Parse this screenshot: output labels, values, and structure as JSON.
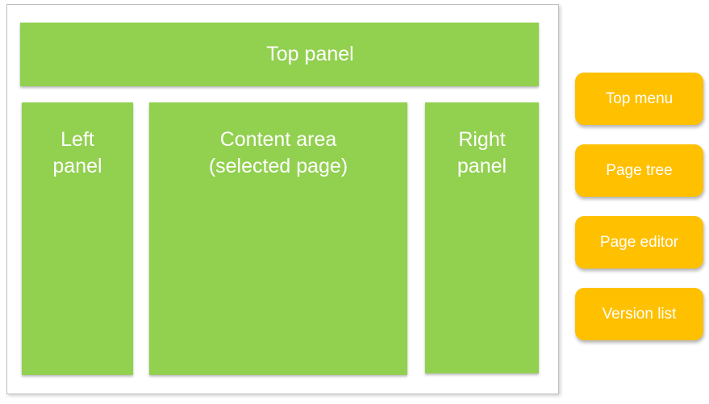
{
  "diagram": {
    "top_panel": {
      "label": "Top panel"
    },
    "left_panel": {
      "lines": [
        "Left",
        "panel"
      ]
    },
    "content_area": {
      "lines": [
        "Content area",
        "(selected page)"
      ]
    },
    "right_panel": {
      "lines": [
        "Right",
        "panel"
      ]
    }
  },
  "legend_buttons": [
    {
      "label": "Top menu"
    },
    {
      "label": "Page tree"
    },
    {
      "label": "Page editor"
    },
    {
      "label": "Version list"
    }
  ],
  "colors": {
    "panel_green": "#92D050",
    "button_amber": "#FFC000",
    "frame_border": "#BFBFBF",
    "label_text": "#FFFFFF"
  }
}
